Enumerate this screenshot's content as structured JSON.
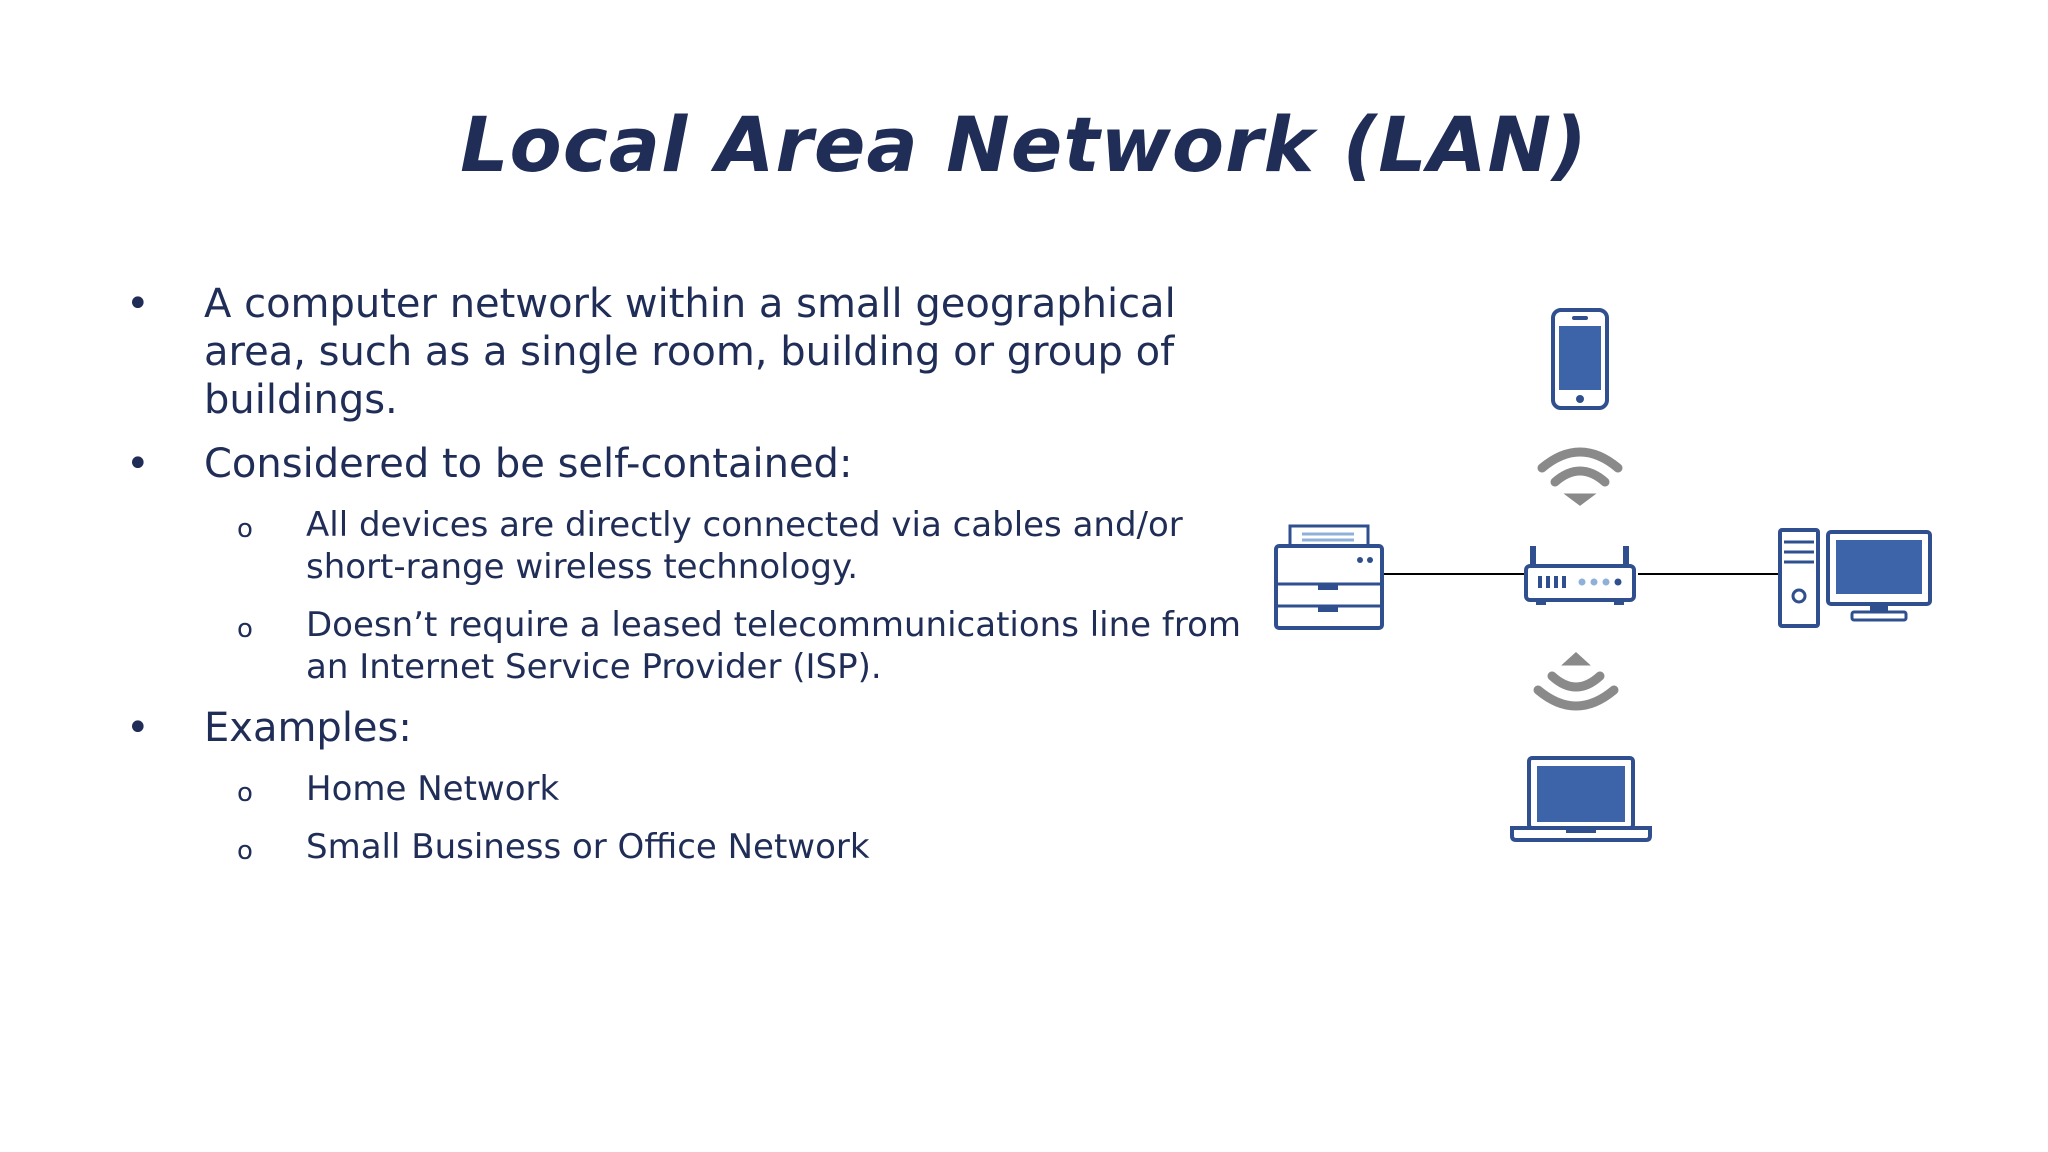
{
  "slide": {
    "title": "Local Area Network (LAN)",
    "bullets": [
      {
        "text": "A computer network within a small geographical area, such as a single room, building or group of buildings."
      },
      {
        "text": "Considered to be self-contained:",
        "subitems": [
          "All devices are directly connected via cables and/or short-range wireless technology.",
          "Doesn’t require a leased telecommunications line from an Internet Service Provider (ISP)."
        ]
      },
      {
        "text": "Examples:",
        "subitems": [
          "Home Network",
          "Small Business or Office Network"
        ]
      }
    ],
    "bullet_glyph": "•",
    "sub_bullet_glyph": "o"
  },
  "diagram": {
    "icons": [
      "smartphone-icon",
      "wifi-icon",
      "printer-icon",
      "router-icon",
      "desktop-computer-icon",
      "laptop-icon"
    ],
    "colors": {
      "outline": "#2f4f8f",
      "screen": "#3d64a8",
      "wifi": "#8a8a8a",
      "cable": "#000000"
    }
  }
}
